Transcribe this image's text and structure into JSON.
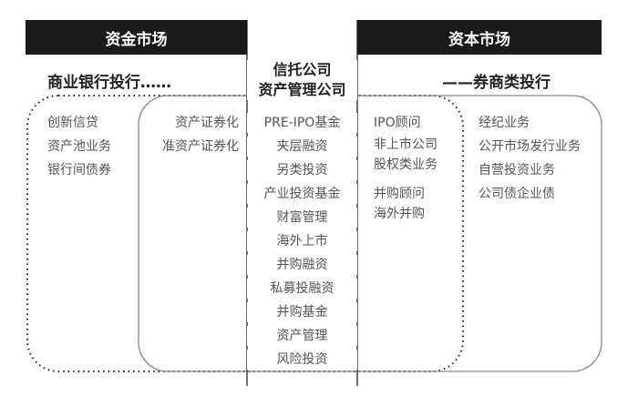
{
  "headers": {
    "money_market": "资金市场",
    "capital_market": "资本市场"
  },
  "center_title": [
    "信托公司",
    "资产管理公司"
  ],
  "left_subtitle": "商业银行投行……",
  "right_subtitle": "——券商类投行",
  "col_bank": [
    "创新信贷",
    "资产池业务",
    "银行间债券"
  ],
  "col_securitization": [
    "资产证券化",
    "准资产证券化"
  ],
  "col_center": [
    "PRE-IPO基金",
    "夹层融资",
    "另类投资",
    "产业投资基金",
    "财富管理",
    "海外上市",
    "并购融资",
    "私募投融资",
    "并购基金",
    "资产管理",
    "风险投资"
  ],
  "col_advisory": [
    "IPO顾问",
    "非上市公司",
    "股权类业务",
    "并购顾问",
    "海外并购"
  ],
  "col_broker": [
    "经纪业务",
    "公开市场发行业务",
    "自营投资业务",
    "公司债企业债"
  ]
}
